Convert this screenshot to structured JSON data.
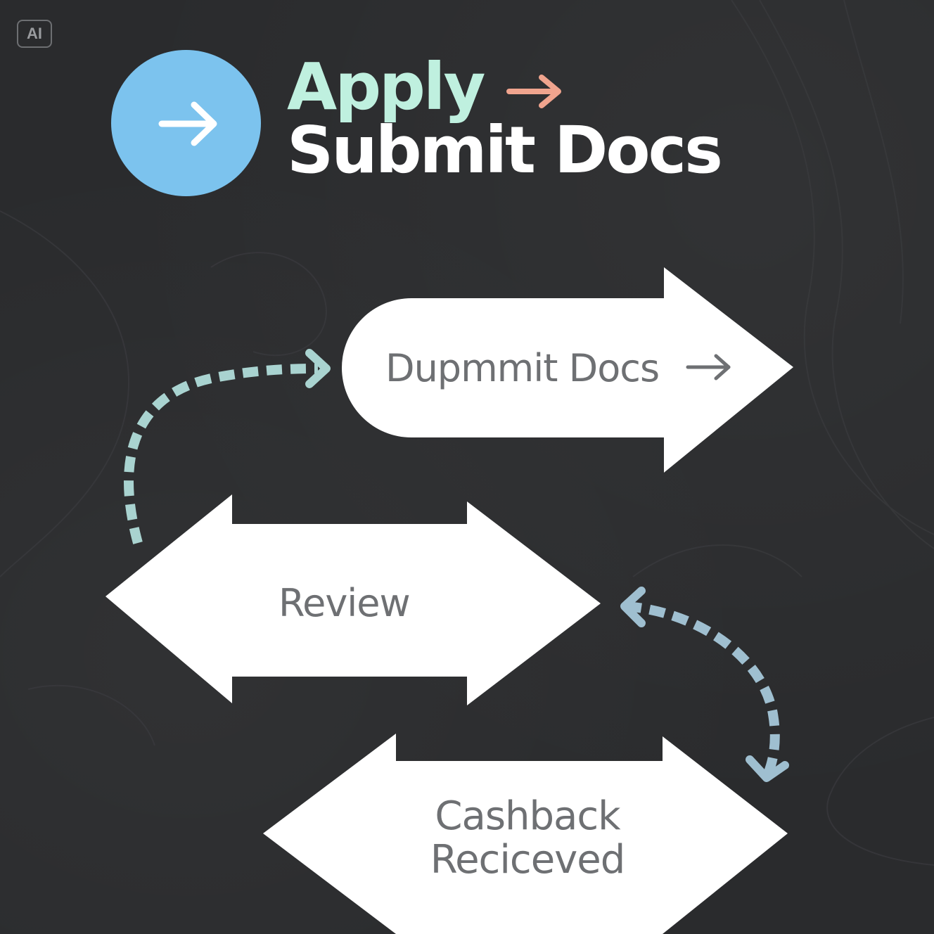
{
  "badge": {
    "text": "AI"
  },
  "header": {
    "circle_icon": "arrow-right-icon",
    "title_line1": "Apply",
    "title_line2": "Submit Docs",
    "title_arrow_icon": "arrow-right-icon"
  },
  "flow": {
    "steps": [
      {
        "label": "Dupmmit Docs",
        "trailing_icon": "arrow-right-icon"
      },
      {
        "label": "Review"
      },
      {
        "label_line1": "Cashback",
        "label_line2": "Reciceved"
      }
    ],
    "connectors": [
      "dashed-arrow-to-step-1",
      "dashed-arrow-to-step-3"
    ]
  },
  "colors": {
    "background": "#2a2b2d",
    "circle": "#7cc3ee",
    "title_line1": "#bff0df",
    "title_arrow": "#f0a48e",
    "shape_fill": "#ffffff",
    "label_text": "#6e7073",
    "dash_connector_1": "#a9d3d0",
    "dash_connector_2": "#9fbfd0"
  }
}
